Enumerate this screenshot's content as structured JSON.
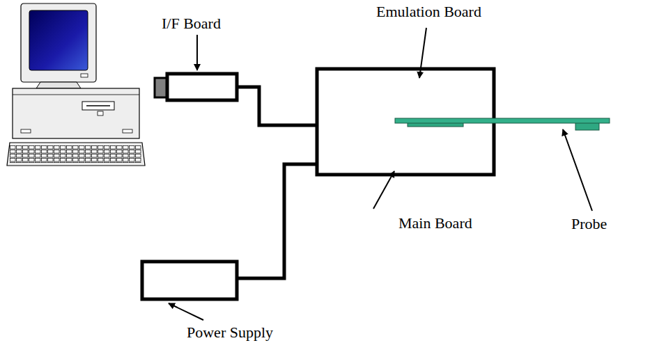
{
  "diagram": {
    "labels": [
      "I/F Board",
      "Emulation Board",
      "Main Board",
      "Probe",
      "Power Supply"
    ]
  }
}
